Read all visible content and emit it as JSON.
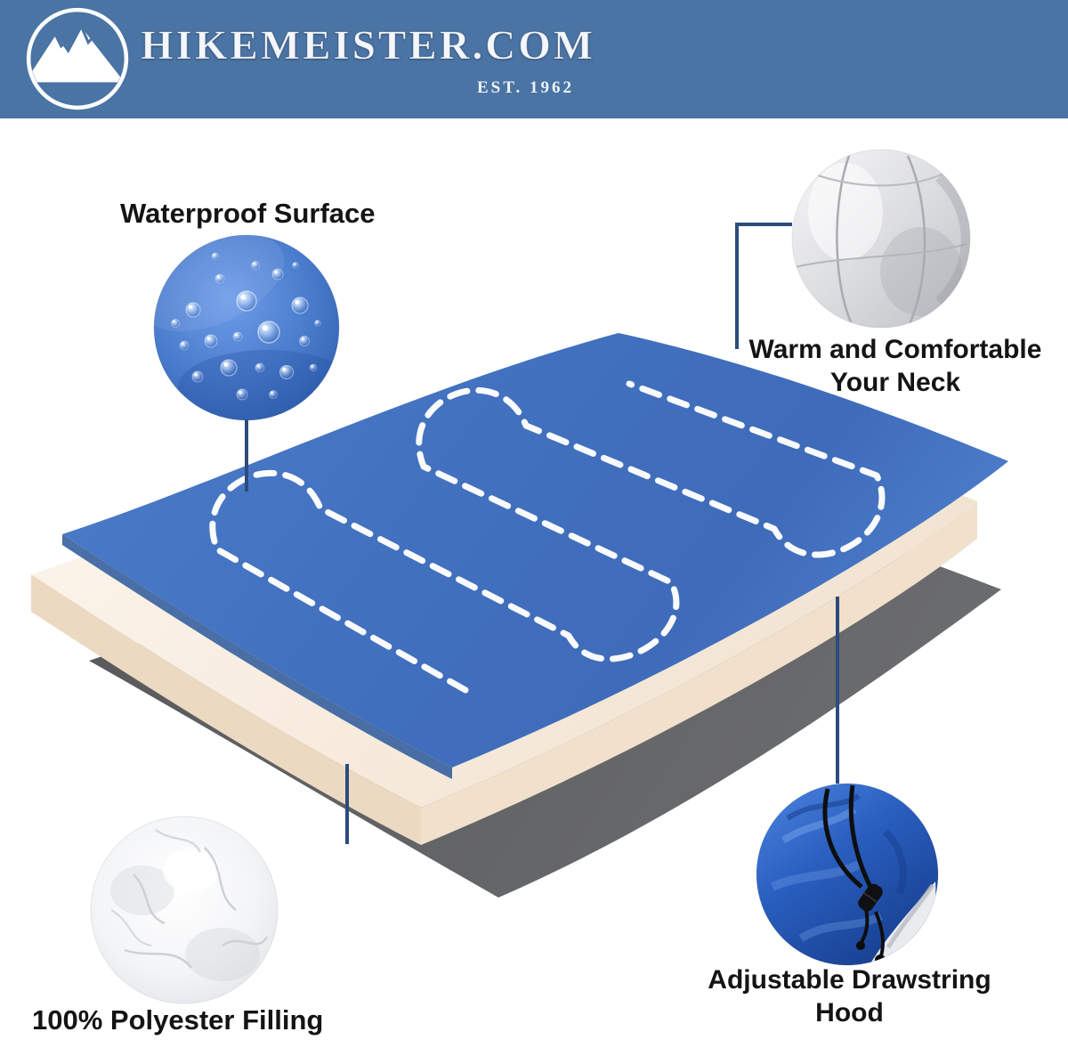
{
  "header": {
    "title": "HIKEMEISTER.COM",
    "established": "EST. 1962"
  },
  "callouts": {
    "waterproof": {
      "label": "Waterproof Surface"
    },
    "neck": {
      "line1": "Warm and Comfortable",
      "line2": "Your Neck"
    },
    "polyester": {
      "label": "100% Polyester Filling"
    },
    "hood": {
      "line1": "Adjustable Drawstring",
      "line2": "Hood"
    }
  },
  "illustration": {
    "type": "sleeping-bag-layer-diagram",
    "layers": [
      "waterproof blue top shell with dashed stitching",
      "cream polyester filling slab",
      "dark gray base layer"
    ]
  },
  "icons": {
    "logo": "mountain-logo-icon",
    "photos": [
      "waterproof-fabric-photo",
      "quilted-neck-photo",
      "polyester-fluff-photo",
      "drawstring-hood-photo"
    ]
  },
  "colors": {
    "header_blue": "#4a74a4",
    "shell_blue": "#4577c6",
    "stitch_white": "#ffffff",
    "filling_cream": "#f7ecdd",
    "base_gray": "#5d5e60",
    "connector_navy": "#2c4c7c",
    "text_black": "#141414"
  }
}
